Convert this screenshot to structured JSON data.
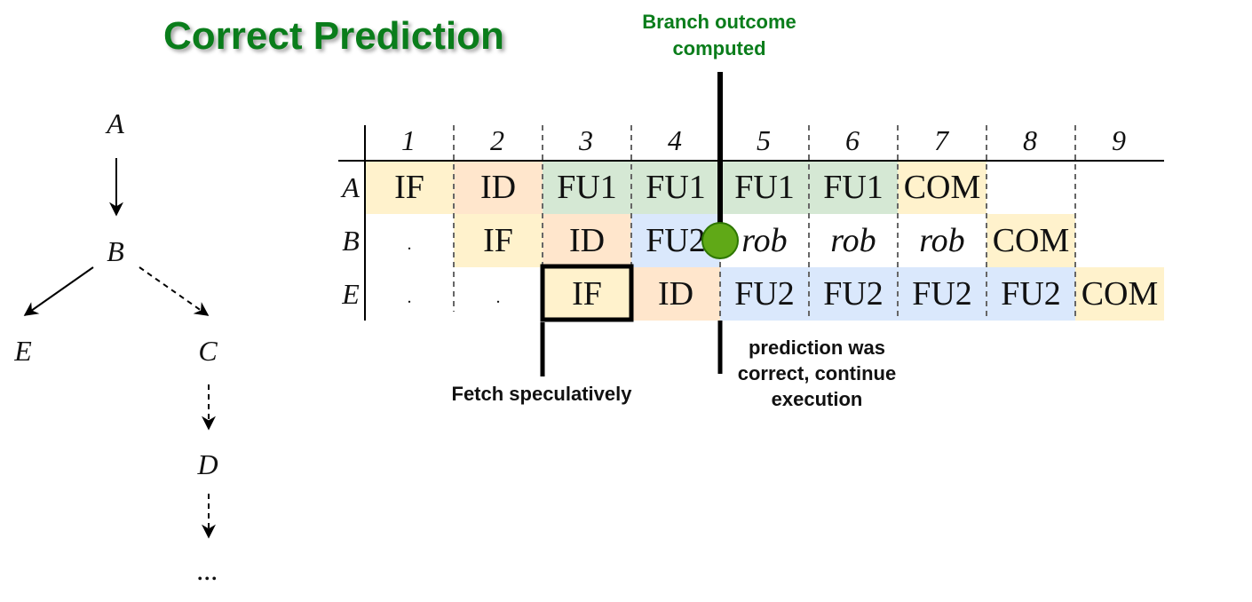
{
  "title": "Correct Prediction",
  "branch_label_line1": "Branch outcome",
  "branch_label_line2": "computed",
  "fetch_note": "Fetch speculatively",
  "correct_note_line1": "prediction was",
  "correct_note_line2": "correct, continue",
  "correct_note_line3": "execution",
  "columns": [
    "1",
    "2",
    "3",
    "4",
    "5",
    "6",
    "7",
    "8",
    "9"
  ],
  "rows": [
    {
      "label": "A",
      "cells": [
        "IF",
        "ID",
        "FU1",
        "FU1",
        "FU1",
        "FU1",
        "COM",
        "",
        ""
      ]
    },
    {
      "label": "B",
      "cells": [
        ".",
        "IF",
        "ID",
        "FU2",
        "rob",
        "rob",
        "rob",
        "COM",
        ""
      ]
    },
    {
      "label": "E",
      "cells": [
        ".",
        ".",
        "IF",
        "ID",
        "FU2",
        "FU2",
        "FU2",
        "FU2",
        "COM"
      ]
    }
  ],
  "graph_nodes": {
    "a": "A",
    "b": "B",
    "e": "E",
    "c": "C",
    "d": "D",
    "more": "..."
  },
  "colors": {
    "if_fill": "#fff2cc",
    "id_fill": "#ffe6cc",
    "fu1_fill": "#d5e8d4",
    "fu2_fill": "#dae8fc",
    "com_fill": "#fff2cc",
    "title_green": "#0a7d1b",
    "marker_green": "#60a917"
  }
}
